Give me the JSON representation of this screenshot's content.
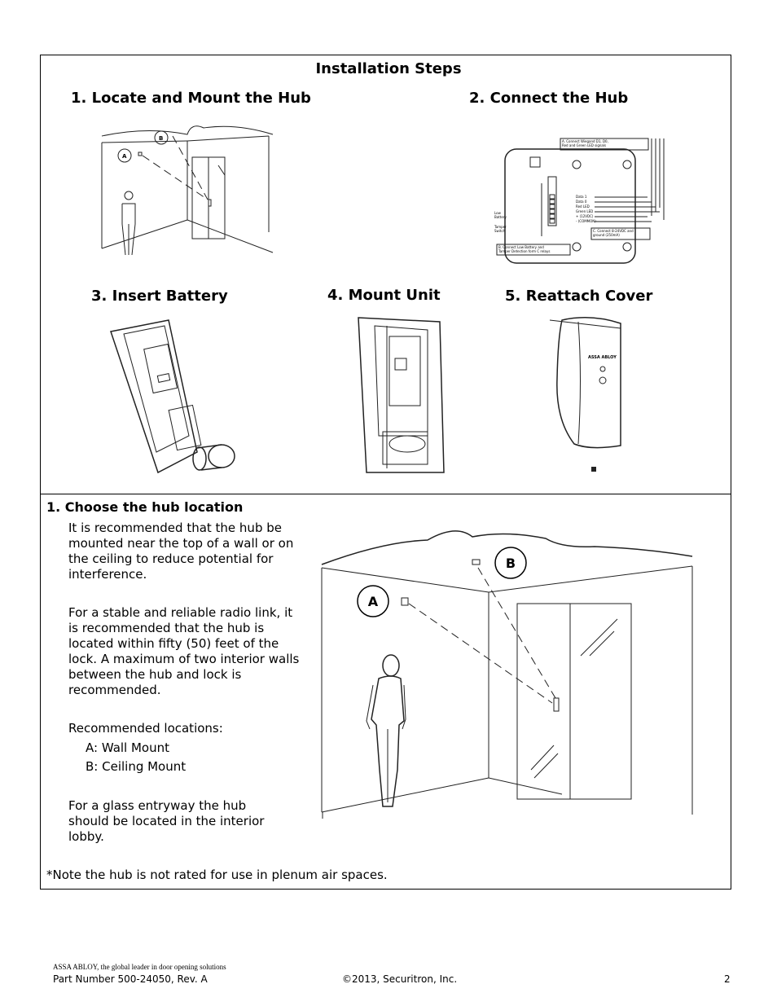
{
  "header": {
    "title": "Installation Steps"
  },
  "steps": [
    "1. Locate and Mount the Hub",
    "2. Connect the Hub",
    "3. Insert Battery",
    "4. Mount Unit",
    "5. Reattach Cover"
  ],
  "small_diagram": {
    "label_a": "A",
    "label_b": "B"
  },
  "wiring": {
    "note_a": "A.  Connect Wiegand D1, D0,\nRed and Green LED signals",
    "note_b": "B.  Connect Low Battery and\nTamper Detection form C relays",
    "note_c": "C.  Connect 8-24VDC and\nground (250mA)",
    "left_labels": [
      "Low\nBattery",
      "Tamper\nSwitch"
    ],
    "terminals": [
      "Data 1",
      "Data 0",
      "Red LED",
      "Green LED",
      "+ (12VDC)",
      "- (COMMON)"
    ]
  },
  "cover": {
    "brand": "ASSA ABLOY"
  },
  "section": {
    "heading": "1. Choose the hub location",
    "para1": "It is recommended that the hub be mounted near the top of a wall or on the ceiling to reduce potential for interference.",
    "para2": "For a stable and reliable radio link, it is recommended that the hub is located within fifty (50) feet of the lock.  A maximum of two interior walls between the hub and lock is recommended.",
    "rec_title": "Recommended locations:",
    "rec_a": "A: Wall Mount",
    "rec_b": "B: Ceiling Mount",
    "para3": "For a glass entryway the hub should be located in the interior lobby.",
    "note": "*Note the hub is not rated for use in plenum air spaces."
  },
  "large_diagram": {
    "label_a": "A",
    "label_b": "B"
  },
  "footer": {
    "tagline": "ASSA ABLOY, the global leader in door opening solutions",
    "part_number": "Part Number 500-24050, Rev. A",
    "copyright": "©2013, Securitron, Inc.",
    "page": "2"
  }
}
